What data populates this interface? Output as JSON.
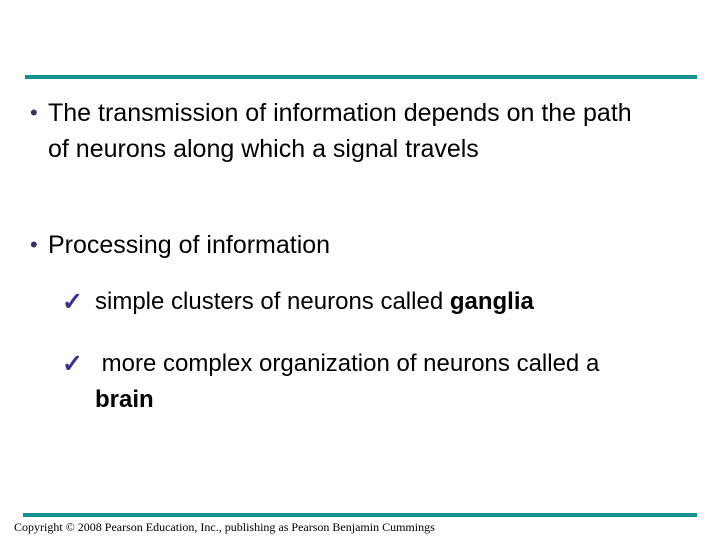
{
  "slide": {
    "background_color": "#FFFFFF",
    "accent_rule_color": "#17918E",
    "bullet_color": "#333366",
    "check_color": "#34348C",
    "text_color": "#000000",
    "bullet_icon": "•",
    "check_icon": "✓",
    "bullets": [
      {
        "label": "The transmission of information depends on the path of neurons along which a signal travels"
      },
      {
        "label": "Processing of information"
      }
    ],
    "check_items": [
      {
        "prefix": "simple clusters of neurons called ",
        "bold": "ganglia"
      },
      {
        "prefix": " more complex organization of neurons called a ",
        "bold": "brain"
      }
    ],
    "footer": {
      "copyright": "Copyright © 2008 Pearson Education, Inc., publishing as Pearson Benjamin Cummings"
    }
  }
}
